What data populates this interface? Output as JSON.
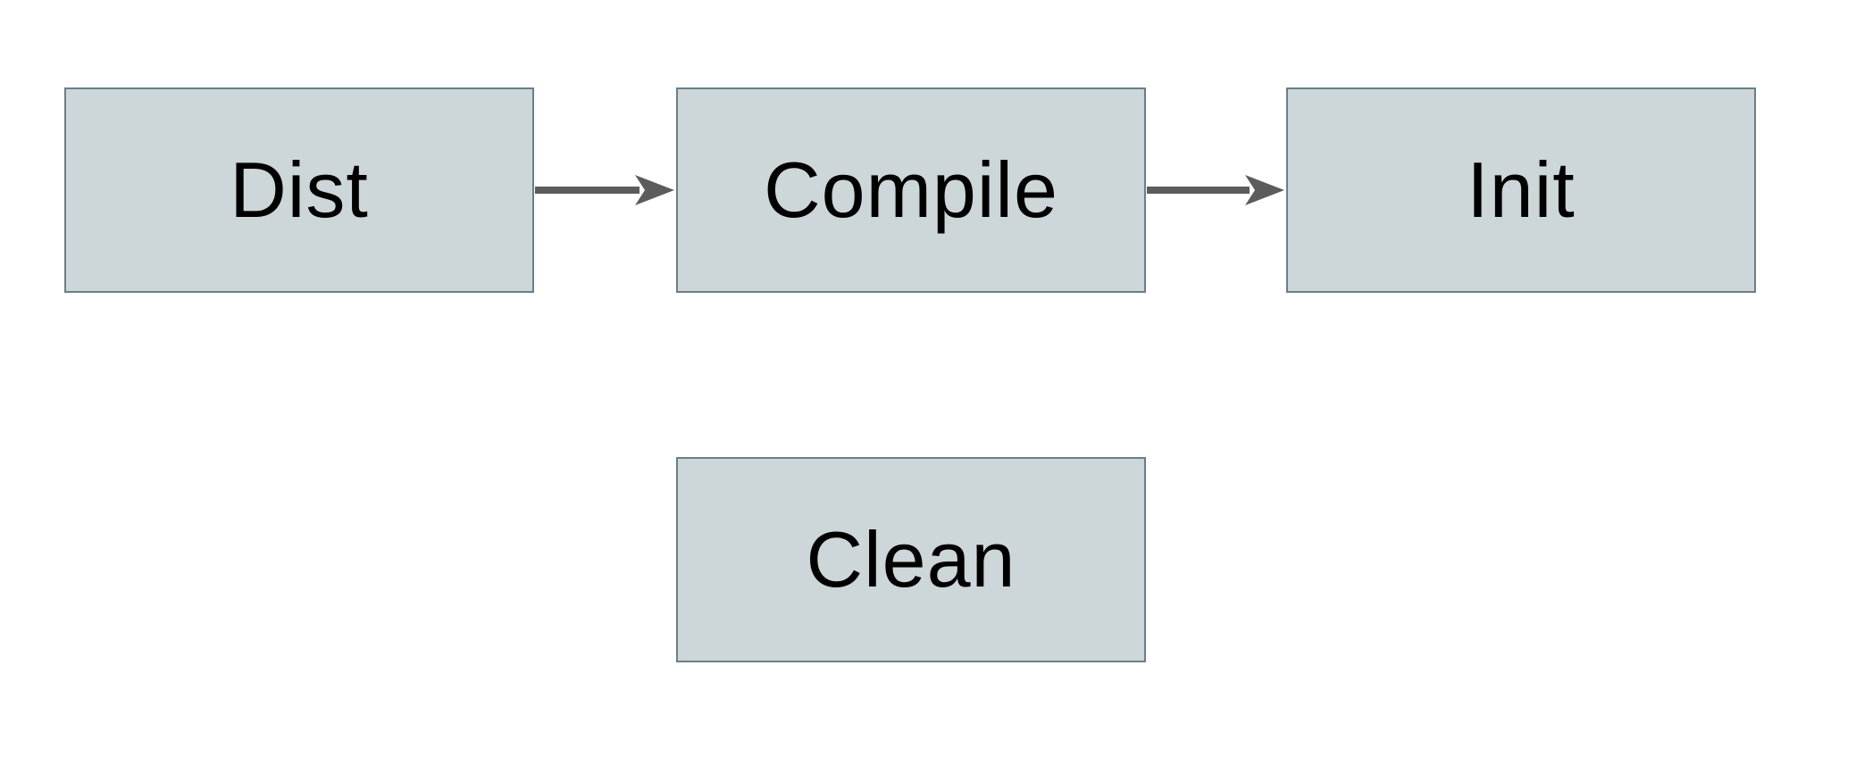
{
  "diagram": {
    "type": "flowchart",
    "background": "#ffffff",
    "colors": {
      "node_fill": "#cdd6d9",
      "node_border": "#687f8a",
      "arrow": "#5c5c5c",
      "label_text": "#000000"
    },
    "nodes": [
      {
        "id": "dist",
        "label": "Dist"
      },
      {
        "id": "compile",
        "label": "Compile"
      },
      {
        "id": "init",
        "label": "Init"
      },
      {
        "id": "clean",
        "label": "Clean"
      }
    ],
    "edges": [
      {
        "from": "dist",
        "to": "compile",
        "direction": "right",
        "style": "solid-arrow"
      },
      {
        "from": "compile",
        "to": "init",
        "direction": "right",
        "style": "solid-arrow"
      }
    ]
  }
}
